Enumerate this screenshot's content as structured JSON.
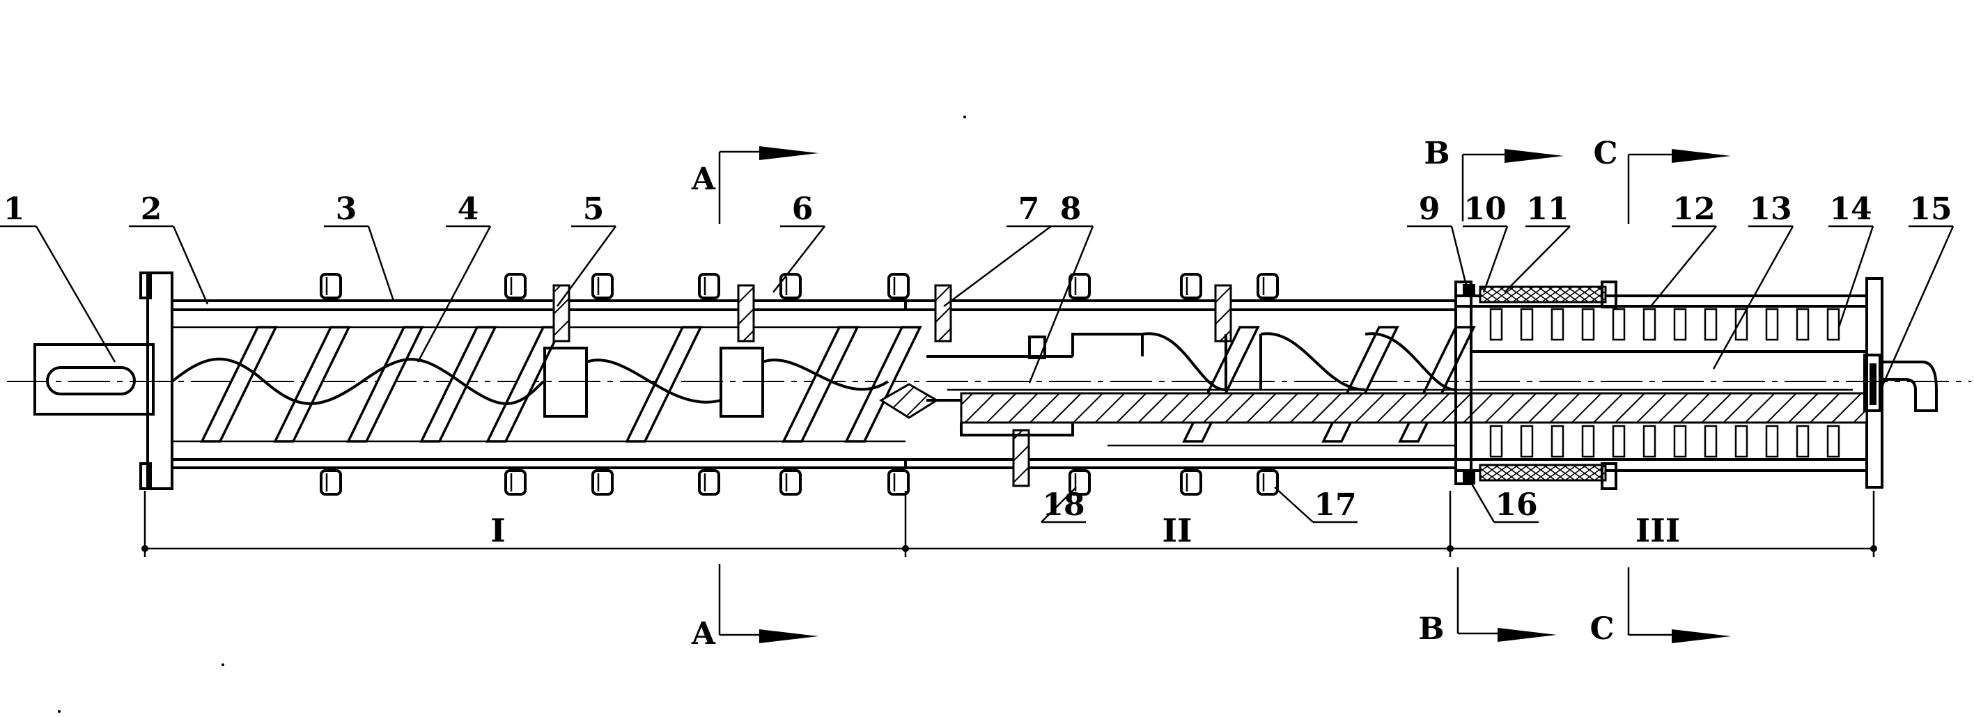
{
  "callouts": [
    "1",
    "2",
    "3",
    "4",
    "5",
    "6",
    "7",
    "8",
    "9",
    "10",
    "11",
    "12",
    "13",
    "14",
    "15",
    "16",
    "17",
    "18"
  ],
  "sections": {
    "s1": "I",
    "s2": "II",
    "s3": "III"
  },
  "cut_marks": {
    "a": "A",
    "b": "B",
    "c": "C"
  }
}
